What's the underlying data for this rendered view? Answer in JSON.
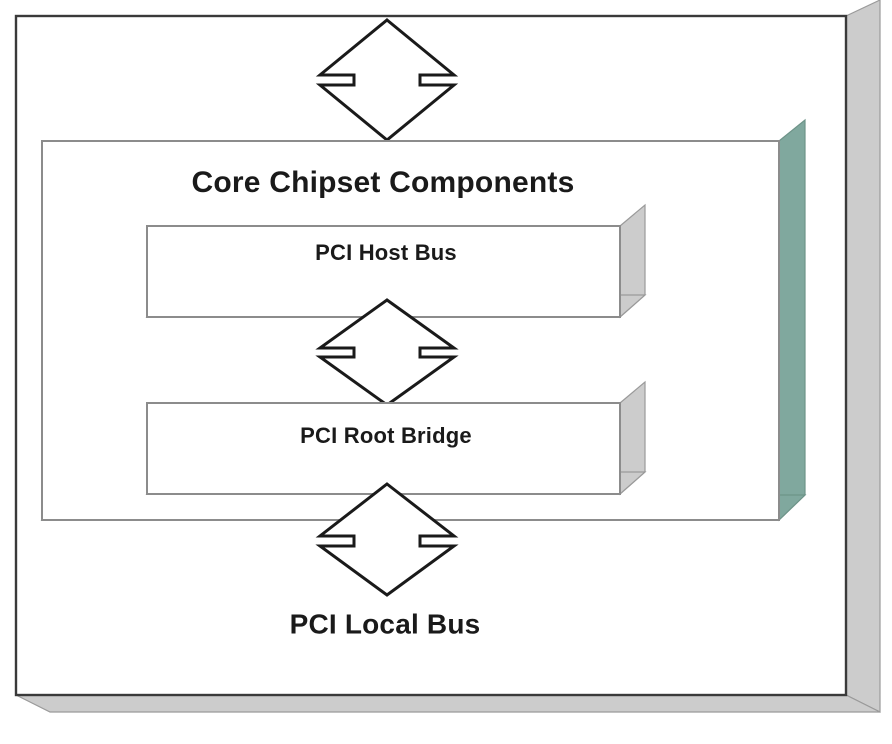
{
  "diagram": {
    "type": "block-diagram-3d",
    "title_visible": false,
    "background_color": "#ffffff",
    "outer_box": {
      "label": "",
      "face_color": "#ffffff",
      "side_color": "#cccccc",
      "border_color": "#3a3a3a"
    },
    "chipset_box": {
      "label": "Core Chipset Components",
      "face_color": "#ffffff",
      "side_color": "#80a89e",
      "border_color": "#8c8c8c"
    },
    "host_bus_box": {
      "label": "PCI Host Bus",
      "face_color": "#ffffff",
      "side_color": "#cccccc",
      "border_color": "#8c8c8c"
    },
    "root_bridge_box": {
      "label": "PCI Root Bridge",
      "face_color": "#ffffff",
      "side_color": "#cccccc",
      "border_color": "#8c8c8c"
    },
    "bottom_label": "PCI Local Bus",
    "arrows": [
      {
        "name": "top-arrow",
        "direction": "bidirectional-vertical",
        "connects_from": "",
        "connects_to": "Core Chipset Components",
        "fill": "#ffffff",
        "stroke": "#1a1a1a"
      },
      {
        "name": "middle-arrow",
        "direction": "bidirectional-vertical",
        "connects_from": "PCI Host Bus",
        "connects_to": "PCI Root Bridge",
        "fill": "#ffffff",
        "stroke": "#1a1a1a"
      },
      {
        "name": "bottom-arrow",
        "direction": "bidirectional-vertical",
        "connects_from": "PCI Root Bridge",
        "connects_to": "PCI Local Bus",
        "fill": "#ffffff",
        "stroke": "#1a1a1a"
      }
    ],
    "colors": {
      "teal_side": "#80a89e",
      "gray_side": "#cccccc",
      "dark_outline": "#3a3a3a",
      "light_outline": "#8c8c8c",
      "arrow_outline": "#1a1a1a",
      "text": "#1a1a1a",
      "white": "#ffffff"
    }
  }
}
